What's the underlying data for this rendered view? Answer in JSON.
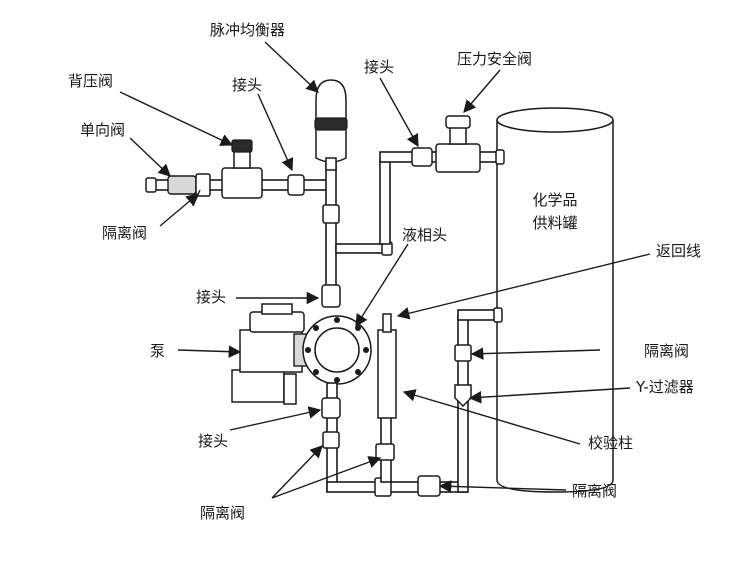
{
  "labels": {
    "pulsation_dampener": "脉冲均衡器",
    "back_pressure_valve": "背压阀",
    "connector_top_left": "接头",
    "connector_top_right": "接头",
    "pressure_relief_valve": "压力安全阀",
    "check_valve": "单向阀",
    "isolation_valve_top": "隔离阀",
    "tank_line1": "化学品",
    "tank_line2": "供料罐",
    "liquid_end": "液相头",
    "return_line": "返回线",
    "connector_mid": "接头",
    "pump": "泵",
    "isolation_valve_right": "隔离阀",
    "y_strainer": "Y-过滤器",
    "connector_bottom": "接头",
    "calibration_column": "校验柱",
    "isolation_valve_bottom_left": "隔离阀",
    "isolation_valve_bottom_right": "隔离阀"
  }
}
